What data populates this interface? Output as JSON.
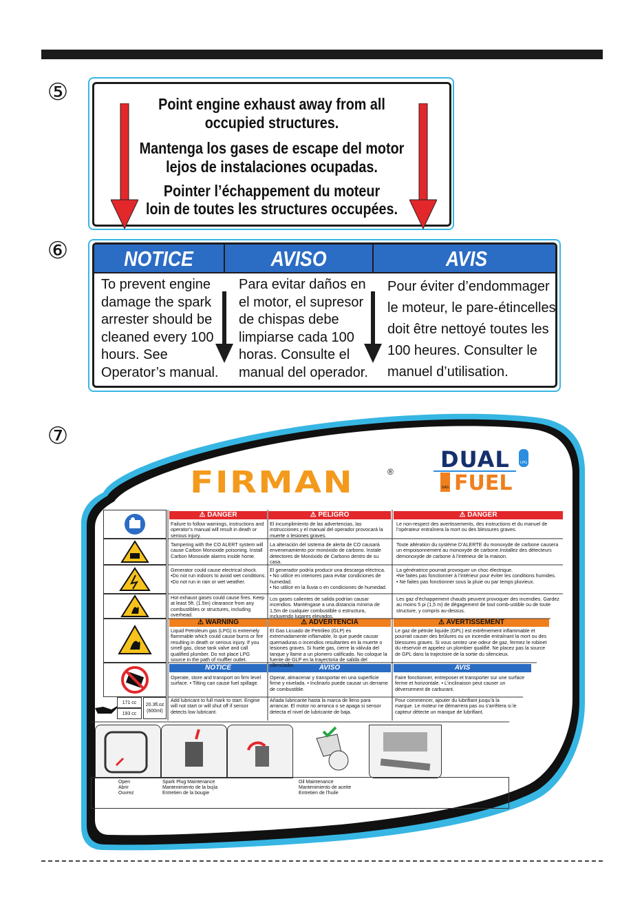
{
  "label5": {
    "number": "⑤",
    "lines": [
      "Point engine exhaust away from all",
      "occupied structures.",
      "Mantenga los gases de escape del motor",
      "lejos de instalaciones ocupadas.",
      "Pointer l’échappement du moteur",
      "loin de toutes les structures occupées."
    ],
    "arrow_color": "#e3282b"
  },
  "label6": {
    "number": "⑥",
    "headers": [
      "NOTICE",
      "AVISO",
      "AVIS"
    ],
    "bodies": [
      "To prevent engine\ndamage the spark\narrester should be\ncleaned every 100\nhours. See\nOperator’s manual.",
      "Para evitar daños en\nel motor, el supresor\nde chispas debe\nlimpiarse cada 100\nhoras. Consulte el\nmanual del operador.",
      "Pour éviter d’endommager\nle moteur, le pare-étincelles\ndoit être nettoyé toutes les\n100 heures. Consulter le\nmanuel d’utilisation."
    ],
    "header_color": "#2b6cc4"
  },
  "label7": {
    "number": "⑦",
    "brand": "FIRMAN",
    "registered": "®",
    "dual": "DUAL",
    "fuel": "FUEL",
    "lpg": "LPG",
    "gas": "GAS",
    "headers": {
      "danger": [
        "DANGER",
        "PELIGRO",
        "DANGER"
      ],
      "warning": [
        "WARNING",
        "ADVERTENCIA",
        "AVERTISSEMENT"
      ],
      "notice": [
        "NOTICE",
        "AVISO",
        "AVIS"
      ]
    },
    "rows": [
      {
        "en": "Failure to follow warnings, instructions and operator’s manual will result in death or serious injury.",
        "es": "El incumplimiento de las advertencias, las instrucciones y el manual del operador provocará la muerte o lesiones graves.",
        "fr": "Le non-respect des avertissements, des instructions et du manuel de l’opérateur entraînera la mort ou des blessures graves."
      },
      {
        "en": "Tampering with the CO ALERT system will cause Carbon Monoxide poisoning. Install Carbon Monoxide alarms inside home.",
        "es": "La alteración del sistema de alerta de CO causará envenenamiento por monóxido de carbono. Instale detectores de Monóxido de Carbono dentro de su casa.",
        "fr": "Toute altération du système D’ALERTE du monoxyde de carbone causera un empoisonnement au monoxyde de carbone.Installez des détecteurs demonoxyde de carbone à l’intérieur de la maison."
      },
      {
        "en": "Generator could cause electrical shock.\n•Do not run indoors to avoid wet conditions.\n•Do not run in rain or wet weather.",
        "es": "El generador podría producir una descarga eléctrica.\n• No utilice en interiores para evitar condiciones de humedad.\n• No utilice en la lluvia o en condiciones de humedad.",
        "fr": "La génératrice pourrait provoquer un choc électrique.\n•Ne faites pas fonctionner à l’intérieur pour éviter les conditions humides.\n• Ne faites pas fonctionner sous la pluie ou par temps pluvieux."
      },
      {
        "en": "Hot exhaust gases could cause fires. Keep at least 5ft. (1.5m) clearance from any combustibles or structures, including overhead.",
        "es": "Los gases calientes de salida podrían causar incendios. Manténgase a una distancia mínima de 1,5m de cualquier combustible o estructura, incluyendo lugares elevados.",
        "fr": "Les gaz d’échappement chauds peuvent provoquer des incendies. Gardez au moins 5 pi (1,5 m) de dégagement de tout comb-ustible ou de toute structure, y compris au-dessus."
      },
      {
        "en": "Liquid Petroleum gas (LPG) is extremely flammable which could cause burns or fire resulting in death or serious injury. If you smell gas, close tank valve and call qualified plumber. Do not place LPG source in the path of muffler outlet.",
        "es": "El Gas Licuado de Petróleo (GLP) es extremadamente inflamable, lo que puede causar quemaduras o incendios resultantes en la muerte o lesiones graves. Si huele gas, cierre la válvula del tanque y llame a un plomero calificado. No coloque la fuente de GLP en la trayectoria de salida del silenciador.",
        "fr": "Le gaz de pétrole liquide (GPL) est extrêmement inflammable et pourrait causer des brûlures ou un incendie entraînant la mort ou des blessures graves. Si vous sentez une odeur de gaz, fermez le robinet du réservoir et appelez un plombier qualifié. Ne placez pas la source de GPL dans la trajectoire de la sortie du silencieux."
      },
      {
        "en": "Operate, store and transport on firm level surface. • Tilting can cause fuel spillage.",
        "es": "Operar, almacenar y transportar en una superficie firme y nivelada. • Inclinarlo puede causar un derrame de combustible.",
        "fr": "Faire fonctionner, entreposer et transporter sur une surface ferme et horizontale. • L’inclinaison peut causer un déversement de carburant."
      },
      {
        "en": "Add lubricant to full mark to start. Engine will not start or will shut off if sensor detects low lubricant.",
        "es": "Añada lubricante hasta la marca de lleno para arrancar. El motor no arranca o se apaga si sensor detecta el nivel de lubricante de baja.",
        "fr": "Pour commencer, ajouter du lubrifiant jusqu’à la marque. Le moteur ne démarrera pas ou s’arrêtera si le capteur détecte un manque de lubrifiant."
      }
    ],
    "oil": {
      "cc1": "171 cc",
      "cc2": "193 cc",
      "oz": "20.3fl.oz",
      "ml": "(600ml)"
    },
    "captions": [
      "Open\nAbrir\nOuvrez",
      "Spark Plug Maintenance\nMantenimiento de la bujía\nEntretien de la bougie",
      "Oil Maintenance\nMantenimiento de aceite\nEntretien de l’huile"
    ],
    "colors": {
      "danger": "#e3282b",
      "warning": "#f07f1d",
      "notice": "#2b6cc4",
      "brand": "#f39a1d",
      "border": "#37b6e3"
    }
  }
}
